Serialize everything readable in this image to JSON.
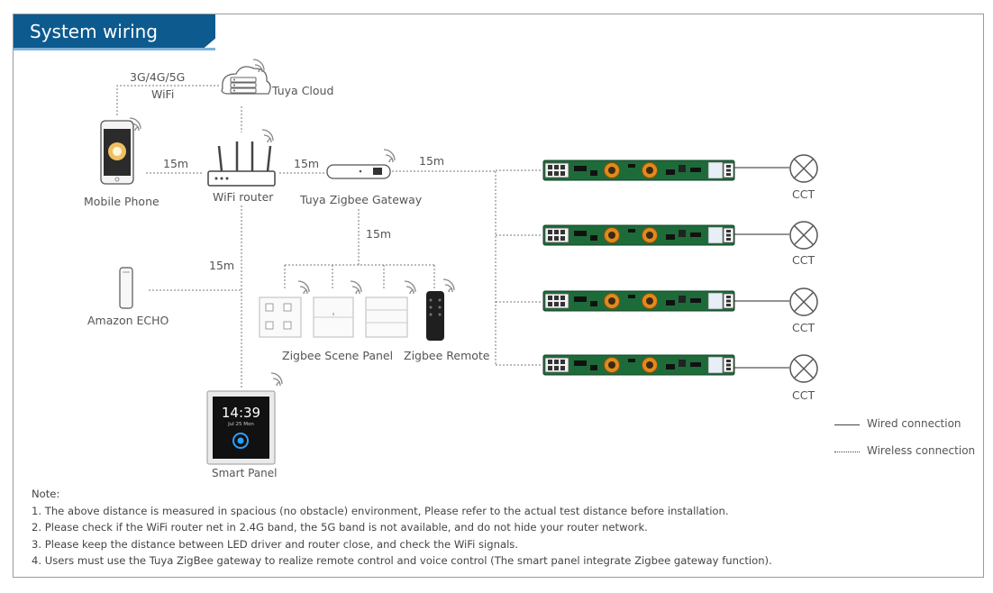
{
  "title": "System wiring",
  "labels": {
    "network": "3G/4G/5G",
    "wifi": "WiFi",
    "cloud": "Tuya Cloud",
    "phone": "Mobile Phone",
    "router": "WiFi router",
    "gateway": "Tuya Zigbee Gateway",
    "echo": "Amazon ECHO",
    "scene_panel": "Zigbee Scene Panel",
    "remote": "Zigbee Remote",
    "smart_panel": "Smart Panel",
    "cct": [
      "CCT",
      "CCT",
      "CCT",
      "CCT"
    ]
  },
  "distances": {
    "phone_router": "15m",
    "router_gateway": "15m",
    "gateway_drivers": "15m",
    "gateway_panels": "15m",
    "router_echo": "15m"
  },
  "smart_panel_screen": {
    "time": "14:39",
    "date": "Jul 25 Mon"
  },
  "legend": {
    "wired": "Wired connection",
    "wireless": "Wireless connection"
  },
  "notes": {
    "heading": "Note:",
    "items": [
      "1. The above distance is measured in spacious (no obstacle) environment, Please refer to the actual test distance before installation.",
      "2. Please check if the WiFi router net in 2.4G band, the 5G band is not available, and do not hide your router network.",
      "3. Please keep the distance between LED driver and router close, and check the WiFi signals.",
      "4. Users must use the Tuya ZigBee gateway to realize remote control and voice control (The smart panel integrate Zigbee gateway function)."
    ]
  },
  "colors": {
    "title_bg": "#0d5a8f",
    "pcb_green": "#1e6b3a",
    "coil_orange": "#e08a1e"
  }
}
